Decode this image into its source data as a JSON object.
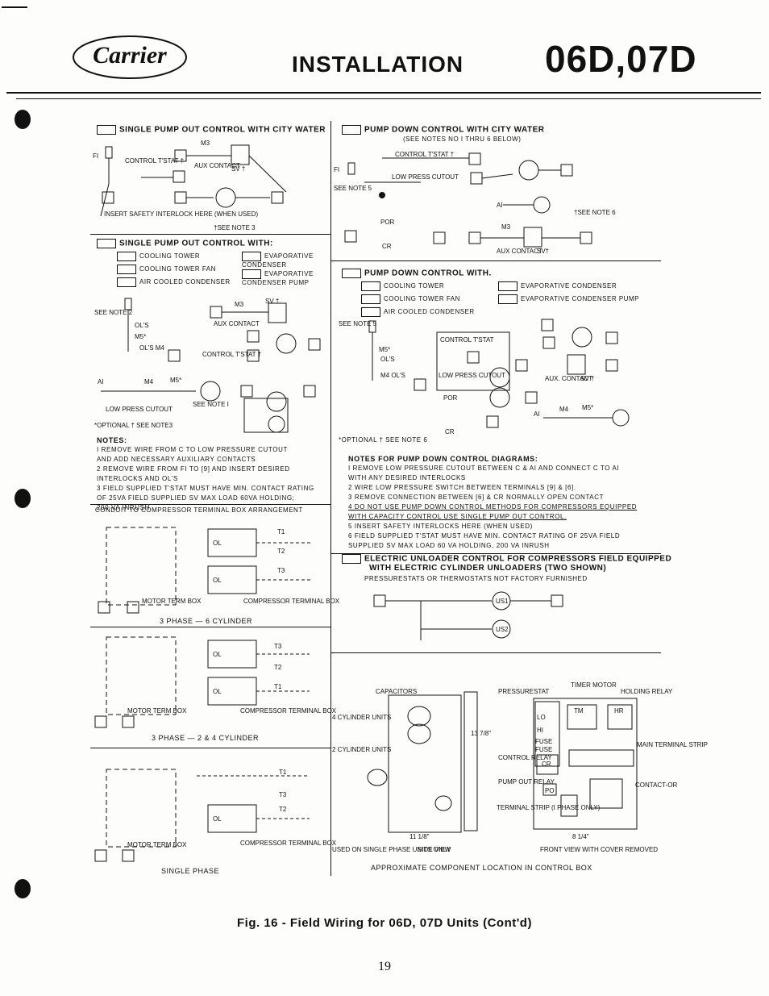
{
  "header": {
    "brand": "Carrier",
    "title": "INSTALLATION",
    "model": "06D,07D"
  },
  "left": {
    "s1_title": "SINGLE PUMP OUT CONTROL WITH CITY WATER",
    "s1_labels": {
      "fi": "FI",
      "control_tstat": "CONTROL T'STAT †",
      "aux_contact": "AUX CONTACT",
      "sv": "SV †",
      "m3": "M3",
      "interlock": "INSERT SAFETY INTERLOCK HERE (WHEN USED)",
      "see_note3": "†SEE NOTE 3"
    },
    "s2_title": "SINGLE PUMP OUT CONTROL WITH:",
    "s2_options": [
      "COOLING TOWER",
      "COOLING TOWER FAN",
      "AIR COOLED CONDENSER",
      "EVAPORATIVE CONDENSER",
      "EVAPORATIVE CONDENSER PUMP"
    ],
    "s2_labels": {
      "see_note2": "SEE NOTE 2",
      "ols": "OL'S",
      "m5": "M5*",
      "ols_m4": "OL'S  M4",
      "control_tstat": "CONTROL T'STAT †",
      "aux_contact": "AUX CONTACT",
      "sv": "SV †",
      "m3": "M3",
      "low_press": "LOW PRESS CUTOUT",
      "see_note1": "SEE NOTE I",
      "optional": "*OPTIONAL  † SEE NOTE3",
      "a1": "AI",
      "m4": "M4",
      "m5b": "M5*"
    },
    "notes_title": "NOTES:",
    "notes": [
      "I  REMOVE WIRE FROM C TO LOW PRESSURE CUTOUT",
      "   AND ADD NECESSARY AUXILIARY CONTACTS",
      "2  REMOVE WIRE FROM FI TO [9] AND INSERT DESIRED",
      "   INTERLOCKS AND OL'S",
      "3  FIELD SUPPLIED T'STAT MUST HAVE MIN. CONTACT RATING",
      "   OF 25VA FIELD SUPPLIED SV MAX LOAD 60VA HOLDING;",
      "   200 VA INRUSH."
    ],
    "conduit_title": "CONDUIT TO COMPRESSOR TERMINAL BOX ARRANGEMENT",
    "term_labels": {
      "motor_box": "MOTOR TERM BOX",
      "comp_box": "COMPRESSOR TERMINAL BOX",
      "ol": "OL",
      "t1": "T1",
      "t2": "T2",
      "t3": "T3"
    },
    "sub1": "3 PHASE — 6 CYLINDER",
    "sub2": "3 PHASE — 2 & 4 CYLINDER",
    "sub3": "SINGLE PHASE"
  },
  "right": {
    "s3_title": "PUMP DOWN CONTROL WITH CITY WATER",
    "s3_sub": "(SEE NOTES NO I THRU 6 BELOW)",
    "s3_labels": {
      "control_tstat": "CONTROL T'STAT †",
      "low_press": "LOW PRESS CUTOUT",
      "see_note5": "SEE NOTE 5",
      "por": "POR",
      "cr": "CR",
      "a1": "AI",
      "see_note6": "†SEE NOTE 6",
      "m3": "M3",
      "aux": "AUX CONTACT",
      "sv": "SV†"
    },
    "s4_title": "PUMP DOWN CONTROL WITH.",
    "s4_options": [
      "COOLING TOWER",
      "COOLING TOWER FAN",
      "AIR COOLED CONDENSER",
      "EVAPORATIVE CONDENSER",
      "EVAPORATIVE CONDENSER PUMP"
    ],
    "s4_labels": {
      "see_note5": "SEE NOTE 5",
      "control_tstat": "CONTROL T'STAT",
      "m5": "M5*",
      "ols": "OL'S",
      "m4ols": "M4  OL'S",
      "low_press": "LOW PRESS CUTOUT",
      "por": "POR",
      "cr": "CR",
      "aux": "AUX. CONTACT",
      "sv": "SV †",
      "optional": "*OPTIONAL  † SEE NOTE 6",
      "a1": "AI",
      "m4": "M4",
      "m5b": "M5*"
    },
    "pd_notes_title": "NOTES FOR PUMP DOWN CONTROL DIAGRAMS:",
    "pd_notes": [
      "I  REMOVE LOW PRESSURE CUTOUT BETWEEN C & AI AND CONNECT C TO AI",
      "   WITH ANY DESIRED INTERLOCKS",
      "2  WIRE LOW PRESSURE SWITCH BETWEEN TERMINALS [9] & [6].",
      "3  REMOVE CONNECTION BETWEEN [6] & CR NORMALLY OPEN CONTACT",
      "4  DO NOT USE PUMP DOWN CONTROL METHODS FOR COMPRESSORS EQUIPPED",
      "   WITH CAPACITY CONTROL USE SINGLE PUMP OUT CONTROL.",
      "5  INSERT SAFETY INTERLOCKS HERE (WHEN USED)",
      "6  FIELD SUPPLIED T'STAT MUST HAVE MIN. CONTACT RATING OF 25VA FIELD",
      "   SUPPLIED SV MAX LOAD 60 VA HOLDING, 200 VA INRUSH"
    ],
    "eu_title1": "ELECTRIC UNLOADER CONTROL FOR COMPRESSORS FIELD EQUIPPED",
    "eu_title2": "WITH ELECTRIC CYLINDER UNLOADERS (TWO SHOWN)",
    "eu_sub": "PRESSURESTATS OR THERMOSTATS NOT FACTORY FURNISHED",
    "eu_labels": {
      "us1": "US1",
      "us2": "US2"
    },
    "cb_labels": {
      "capacitors": "CAPACITORS",
      "cyl4": "4 CYLINDER UNITS",
      "cyl2": "2 CYLINDER UNITS",
      "single_phase": "USED ON SINGLE PHASE UNITS ONLY",
      "side_view": "SIDE VIEW",
      "dim_h": "13 7/8\"",
      "dim_w1": "11 1/8\"",
      "dim_w2": "8 1/4\"",
      "pressurestat": "PRESSURESTAT",
      "timer_motor": "TIMER MOTOR",
      "holding_relay": "HOLDING RELAY",
      "control_relay": "CONTROL RELAY",
      "main_strip": "MAIN TERMINAL STRIP",
      "pump_out_relay": "PUMP OUT RELAY",
      "terminal_strip": "TERMINAL STRIP (I PHASE ONLY)",
      "contactor": "CONTACT-OR",
      "front_view": "FRONT VIEW WITH COVER REMOVED",
      "tm": "TM",
      "hr": "HR",
      "lo": "LO",
      "hi": "HI",
      "fuse": "FUSE",
      "cr": "CR",
      "po": "PO"
    },
    "cb_caption": "APPROXIMATE COMPONENT LOCATION IN CONTROL BOX"
  },
  "footer": {
    "caption": "Fig. 16 - Field Wiring for 06D, 07D Units (Cont'd)",
    "page_number": "19"
  }
}
